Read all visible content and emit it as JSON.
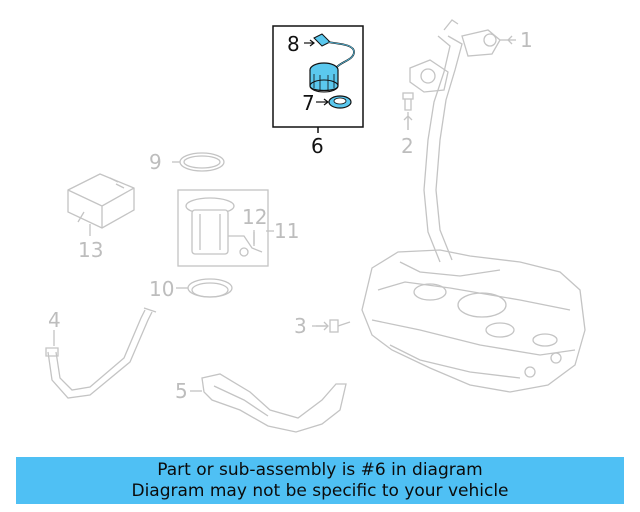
{
  "diagram": {
    "callouts": [
      {
        "id": "1",
        "label": "1",
        "highlighted": false
      },
      {
        "id": "2",
        "label": "2",
        "highlighted": false
      },
      {
        "id": "3",
        "label": "3",
        "highlighted": false
      },
      {
        "id": "4",
        "label": "4",
        "highlighted": false
      },
      {
        "id": "5",
        "label": "5",
        "highlighted": false
      },
      {
        "id": "6",
        "label": "6",
        "highlighted": true
      },
      {
        "id": "7",
        "label": "7",
        "highlighted": true
      },
      {
        "id": "8",
        "label": "8",
        "highlighted": true
      },
      {
        "id": "9",
        "label": "9",
        "highlighted": false
      },
      {
        "id": "10",
        "label": "10",
        "highlighted": false
      },
      {
        "id": "11",
        "label": "11",
        "highlighted": false
      },
      {
        "id": "12",
        "label": "12",
        "highlighted": false
      },
      {
        "id": "13",
        "label": "13",
        "highlighted": false
      }
    ],
    "colors": {
      "highlight_part": "#5bc8ee",
      "inactive": "#bdbdbd",
      "active": "#111111",
      "banner": "#4fc0f4"
    }
  },
  "banner": {
    "line1": "Part or sub-assembly is #6 in diagram",
    "line2": "Diagram may not be specific to your vehicle"
  }
}
